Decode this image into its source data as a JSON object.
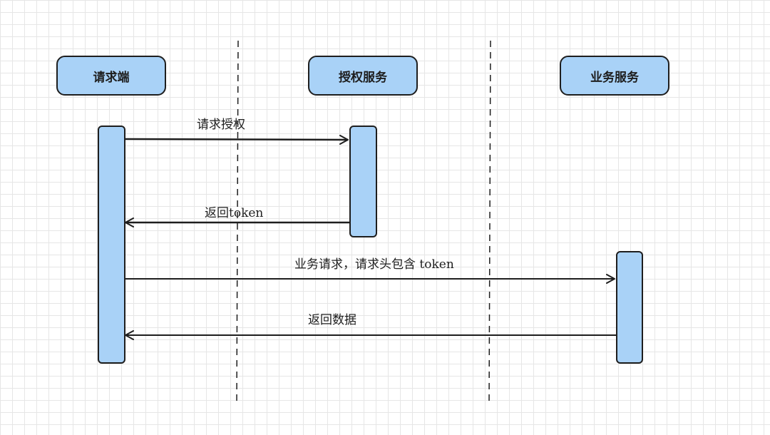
{
  "participants": {
    "client": "请求端",
    "auth": "授权服务",
    "business": "业务服务"
  },
  "messages": {
    "request_auth": "请求授权",
    "return_token": "返回token",
    "business_request": "业务请求，请求头包含 token",
    "return_data": "返回数据"
  },
  "colors": {
    "box_fill": "#a9d2f7",
    "stroke": "#1e1e1e"
  }
}
